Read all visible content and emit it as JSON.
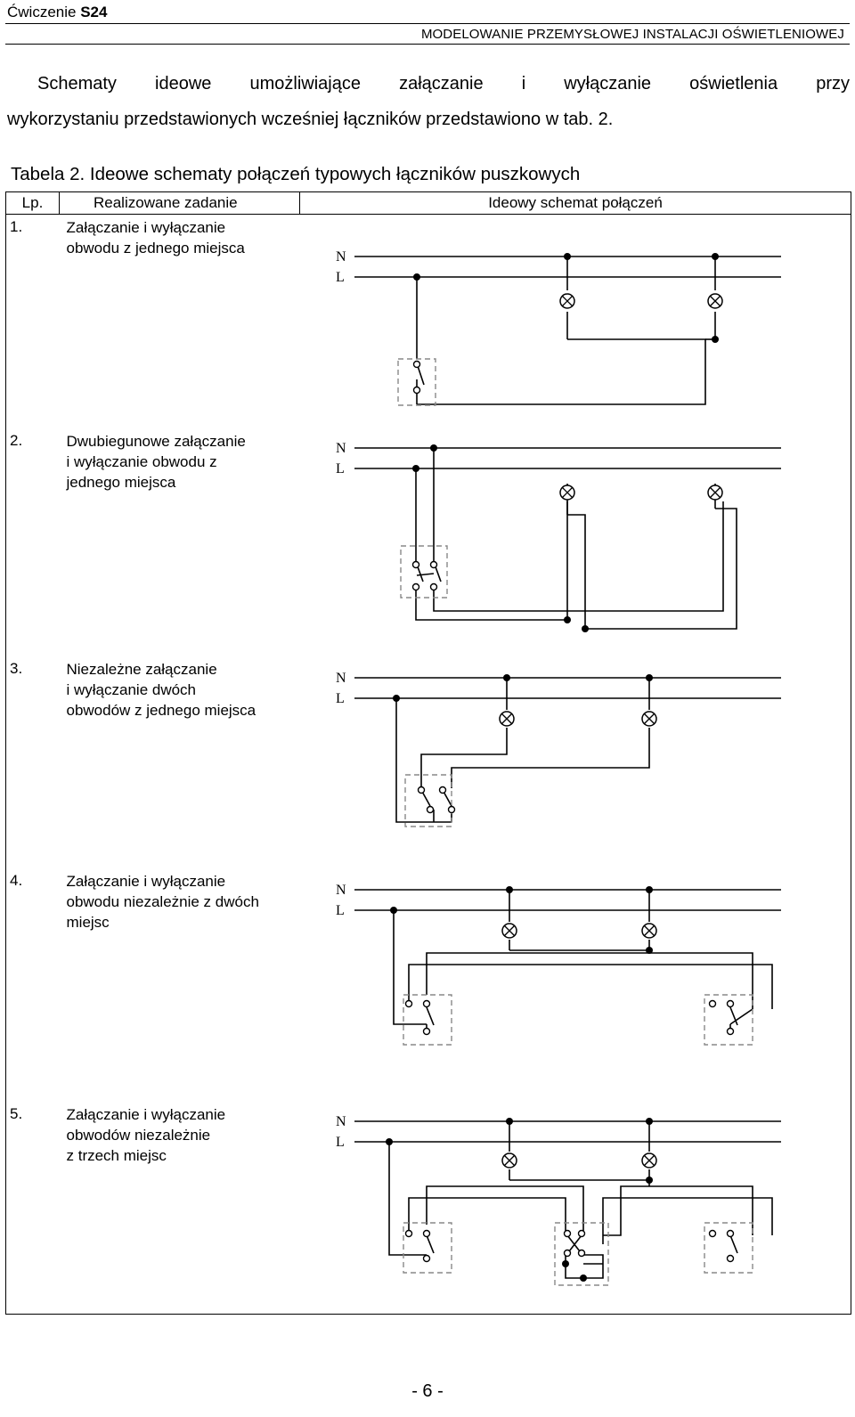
{
  "header": {
    "exercise_prefix": "Ćwiczenie ",
    "exercise_code": "S24",
    "topic": "MODELOWANIE PRZEMYSŁOWEJ INSTALACJI OŚWIETLENIOWEJ"
  },
  "intro": {
    "line1": "Schematy ideowe umożliwiające załączanie i wyłączanie oświetlenia przy",
    "line2": "wykorzystaniu przedstawionych wcześniej łączników przedstawiono w tab. 2."
  },
  "table": {
    "caption": "Tabela 2. Ideowe schematy połączeń typowych łączników puszkowych",
    "headers": {
      "lp": "Lp.",
      "task": "Realizowane zadanie",
      "schema": "Ideowy schemat połączeń"
    },
    "wire_labels": {
      "n": "N",
      "l": "L"
    },
    "rows": [
      {
        "num": "1.",
        "task_lines": [
          "Załączanie i wyłączanie",
          "obwodu z jednego miejsca"
        ]
      },
      {
        "num": "2.",
        "task_lines": [
          "Dwubiegunowe załączanie",
          "i wyłączanie obwodu z",
          "jednego miejsca"
        ]
      },
      {
        "num": "3.",
        "task_lines": [
          "Niezależne załączanie",
          "i wyłączanie dwóch",
          "obwodów z jednego miejsca"
        ]
      },
      {
        "num": "4.",
        "task_lines": [
          "Załączanie i wyłączanie",
          "obwodu niezależnie z dwóch",
          "miejsc"
        ]
      },
      {
        "num": "5.",
        "task_lines": [
          "Załączanie i wyłączanie",
          "obwodów niezależnie",
          "z trzech miejsc"
        ]
      }
    ]
  },
  "footer": {
    "page_number": "- 6 -"
  }
}
